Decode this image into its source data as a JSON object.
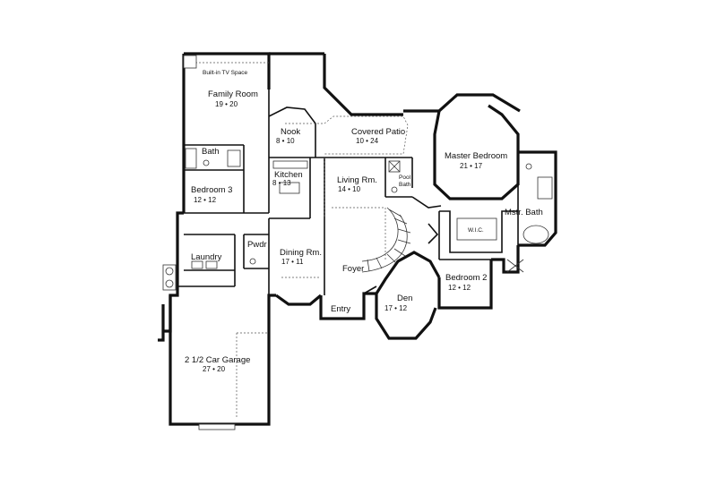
{
  "rooms": {
    "tv_space": {
      "label": "Built-in TV Space"
    },
    "family": {
      "name": "Family Room",
      "dims": "19 • 20"
    },
    "nook": {
      "name": "Nook",
      "dims": "8 • 10"
    },
    "covered_patio": {
      "name": "Covered Patio",
      "dims": "10 • 24"
    },
    "master_bedroom": {
      "name": "Master Bedroom",
      "dims": "21 • 17"
    },
    "bath": {
      "name": "Bath"
    },
    "kitchen": {
      "name": "Kitchen",
      "dims": "8 • 13"
    },
    "living": {
      "name": "Living Rm.",
      "dims": "14 • 10"
    },
    "pool_bath": {
      "name_line1": "Pool",
      "name_line2": "Bath"
    },
    "bedroom3": {
      "name": "Bedroom 3",
      "dims": "12 • 12"
    },
    "mstr_bath": {
      "name": "Mstr. Bath"
    },
    "wic": {
      "name": "W.I.C."
    },
    "pwdr": {
      "name": "Pwdr"
    },
    "dining": {
      "name": "Dining Rm.",
      "dims": "17 • 11"
    },
    "laundry": {
      "name": "Laundry"
    },
    "foyer": {
      "name": "Foyer"
    },
    "bedroom2": {
      "name": "Bedroom 2",
      "dims": "12 • 12"
    },
    "den": {
      "name": "Den",
      "dims": "17 • 12"
    },
    "entry": {
      "name": "Entry"
    },
    "garage": {
      "name": "2  1/2 Car Garage",
      "dims": "27 • 20"
    }
  }
}
